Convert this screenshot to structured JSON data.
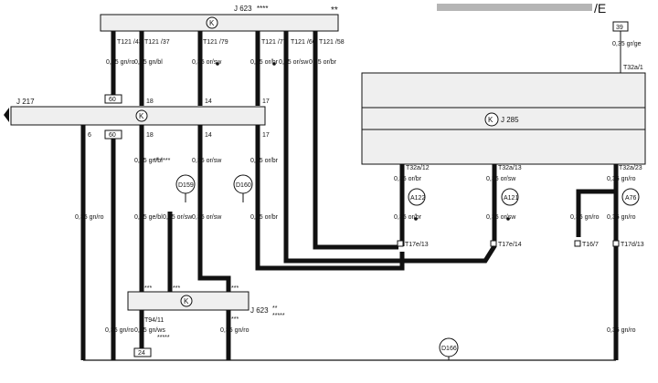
{
  "header": {
    "cut_text": "/E",
    "mark": "**"
  },
  "components": {
    "j623_top": {
      "name": "J 623",
      "stars": "****",
      "symbol": "K"
    },
    "j217": {
      "name": "J 217",
      "symbol": "K"
    },
    "j285": {
      "name": "J 285",
      "symbol": "K"
    },
    "j623_bottom": {
      "name": "J 623",
      "stars1": "**",
      "stars2": "*****",
      "symbol": "K"
    }
  },
  "pins_top": [
    "T121 /43",
    "T121 /37",
    "T121 /79",
    "T121 /77",
    "T121 /60",
    "T121 /58"
  ],
  "wire_specs_top": [
    "0,35 gn/ro",
    "0,35 gn/bl",
    "0,35 or/sw",
    "0,35 or/br",
    "0,35 or/sw",
    "0,35 or/br"
  ],
  "boxes": {
    "b60a": "60",
    "b60b": "60",
    "b39": "39",
    "b24": "24"
  },
  "j217_pins_top": [
    "18",
    "14",
    "17"
  ],
  "j217_pins_bottom": [
    "6",
    "18",
    "14",
    "17"
  ],
  "mid_specs": {
    "w1": "0,35 gn/ro",
    "w2": "0,35 gn/bl",
    "w2_stars": "** ****",
    "w3": "0,35 or/sw",
    "w4": "0,35 or/br"
  },
  "splices": {
    "d159": "D159",
    "d160": "D160",
    "d166": "D166"
  },
  "lower_specs": {
    "s1": "0,35 ge/bl",
    "s2": "0,35 or/sw",
    "s3": "0,35 or/sw",
    "s4": "0,35 or/br"
  },
  "j285_pins": {
    "top": "T32a/1",
    "p12": "T32a/12",
    "p13": "T32a/13",
    "p23": "T32a/23"
  },
  "j285_specs": {
    "top": "0,35 gr/ge",
    "a": "0,35 or/br",
    "b": "0,35 or/sw",
    "c": "0,35 gn/ro"
  },
  "nodes": {
    "a122": "A122",
    "a121": "A121",
    "a76": "A76"
  },
  "right_lower_specs": {
    "r1": "0,35 or/br",
    "r2": "0,35 or/sw",
    "r3": "0,35 gn/ro",
    "r4": "0,35 gn/ro"
  },
  "connectors": {
    "t17e13": "T17e/13",
    "t17e14": "T17e/14",
    "t167": "T16/7",
    "t17d13": "T17d/13"
  },
  "bottom_stars": {
    "s1": "***",
    "s2": "***",
    "s3": "***",
    "s4": "***"
  },
  "bottom_pins": {
    "t9411": "T94/11"
  },
  "bottom_specs": {
    "b1": "0,35 gn/ro",
    "b2": "0,35 gn/ws",
    "b2_stars": "*****",
    "b3": "0,35 gn/ro",
    "b4": "0,35 gn/ro"
  }
}
